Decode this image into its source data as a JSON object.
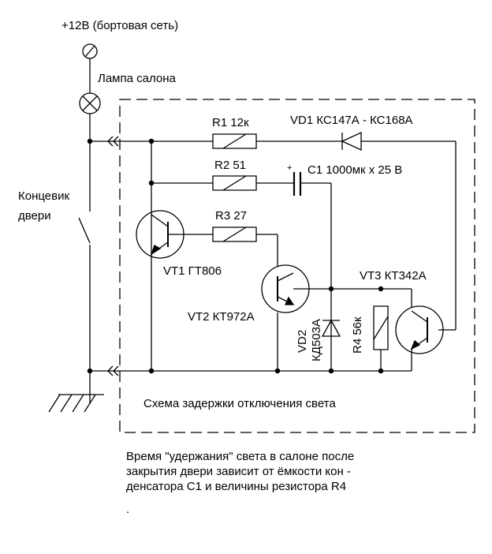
{
  "supply_label": "+12В (бортовая сеть)",
  "lamp_label": "Лампа салона",
  "switch_label_line1": "Концевик",
  "switch_label_line2": "двери",
  "r1_label": "R1 12к",
  "vd1_label": "VD1 КС147А - КС168А",
  "r2_label": "R2 51",
  "c1_label": "C1 1000мк х 25 В",
  "c1_plus": "+",
  "r3_label": "R3 27",
  "vt1_label": "VT1 ГТ806",
  "vt2_label": "VT2 КТ972А",
  "vt3_label": "VT3 КТ342А",
  "vd2_label_line1": "VD2",
  "vd2_label_line2": "КД503А",
  "r4_label": "R4 56к",
  "box_caption": "Схема задержки отключения света",
  "note_text": "Время \"удержания\" света в салоне после\nзакрытия двери зависит от ёмкости кон -\nденсатора С1 и величины резистора R4",
  "note_trailing": "."
}
